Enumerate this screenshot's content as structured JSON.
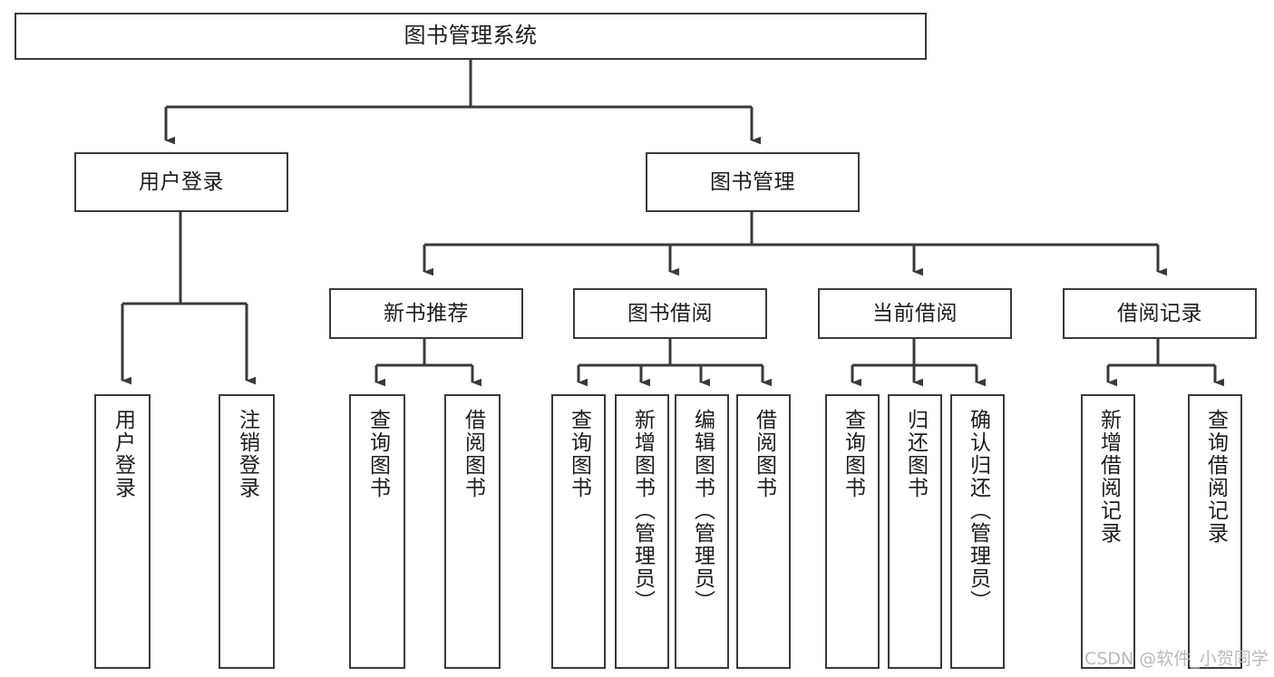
{
  "diagram": {
    "title": "图书管理系统",
    "type": "功能结构图",
    "line_color": "#3a3a3a",
    "box_fill": "#ffffff",
    "text_color": "#1c1c1c",
    "watermark": "CSDN @软件_小贺同学",
    "watermark_color": "#b9b9b9"
  },
  "nodes": {
    "root": {
      "label": "图书管理系统"
    },
    "level2": [
      {
        "id": "user-login",
        "label": "用户登录"
      },
      {
        "id": "book-manage",
        "label": "图书管理"
      }
    ],
    "level3": [
      {
        "id": "new-book-recommend",
        "label": "新书推荐"
      },
      {
        "id": "book-borrow",
        "label": "图书借阅"
      },
      {
        "id": "current-borrow",
        "label": "当前借阅"
      },
      {
        "id": "borrow-record",
        "label": "借阅记录"
      }
    ],
    "leaves": {
      "user-login": [
        {
          "id": "leaf-user-login",
          "label": "用户登录"
        },
        {
          "id": "leaf-logout",
          "label": "注销登录"
        }
      ],
      "new-book-recommend": [
        {
          "id": "leaf-query-book-1",
          "label": "查询图书"
        },
        {
          "id": "leaf-borrow-book-1",
          "label": "借阅图书"
        }
      ],
      "book-borrow": [
        {
          "id": "leaf-query-book-2",
          "label": "查询图书"
        },
        {
          "id": "leaf-add-book",
          "label": "新增图书（管理员）"
        },
        {
          "id": "leaf-edit-book",
          "label": "编辑图书（管理员）"
        },
        {
          "id": "leaf-borrow-book-2",
          "label": "借阅图书"
        }
      ],
      "current-borrow": [
        {
          "id": "leaf-query-book-3",
          "label": "查询图书"
        },
        {
          "id": "leaf-return-book",
          "label": "归还图书"
        },
        {
          "id": "leaf-confirm-return",
          "label": "确认归还（管理员）"
        }
      ],
      "borrow-record": [
        {
          "id": "leaf-add-record",
          "label": "新增借阅记录"
        },
        {
          "id": "leaf-query-record",
          "label": "查询借阅记录"
        }
      ]
    }
  }
}
